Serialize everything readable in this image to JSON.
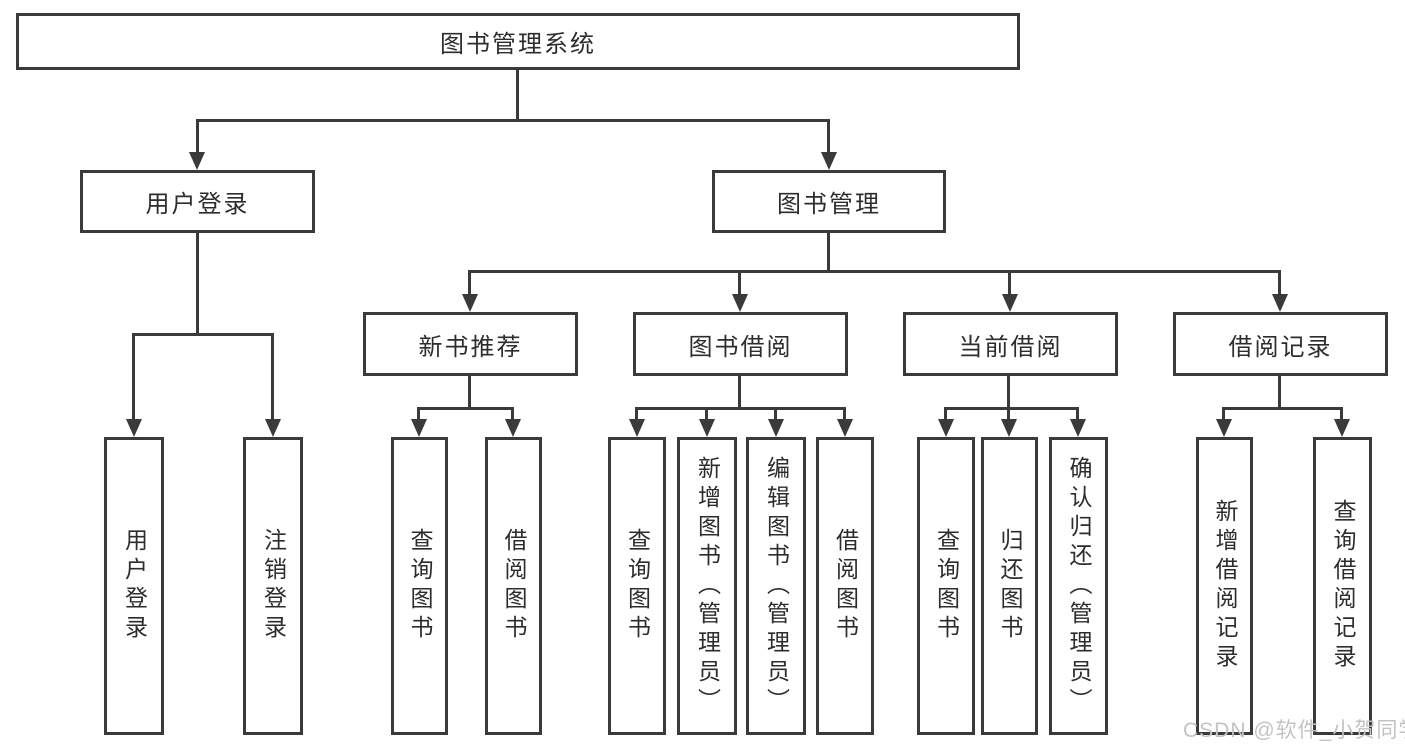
{
  "diagram": {
    "type": "hierarchy-tree",
    "root": "图书管理系统",
    "level1": [
      {
        "label": "用户登录",
        "children": [
          "用户登录",
          "注销登录"
        ]
      },
      {
        "label": "图书管理"
      }
    ],
    "level2": [
      {
        "label": "新书推荐",
        "children": [
          "查询图书",
          "借阅图书"
        ]
      },
      {
        "label": "图书借阅",
        "children": [
          "查询图书",
          "新增图书（管理员）",
          "编辑图书（管理员）",
          "借阅图书"
        ]
      },
      {
        "label": "当前借阅",
        "children": [
          "查询图书",
          "归还图书",
          "确认归还（管理员）"
        ]
      },
      {
        "label": "借阅记录",
        "children": [
          "新增借阅记录",
          "查询借阅记录"
        ]
      }
    ]
  },
  "watermark": "CSDN @软件_小贺同学",
  "colors": {
    "line": "#3a3a3a",
    "text": "#2d2d2d",
    "watermark": "#c3c3c3",
    "background": "#ffffff"
  }
}
